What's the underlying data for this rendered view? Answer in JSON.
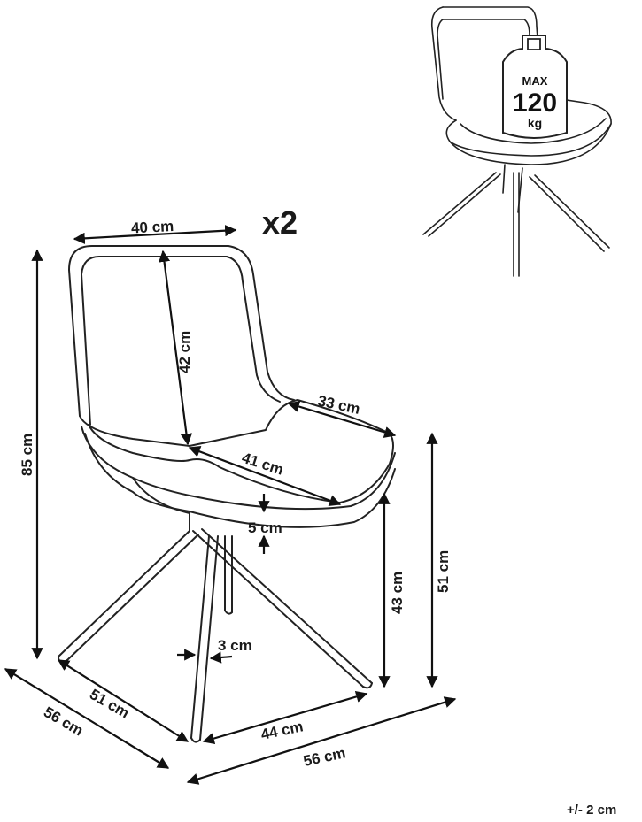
{
  "quantity": "x2",
  "tolerance": "+/- 2 cm",
  "max_load": {
    "line1": "MAX",
    "line2": "120",
    "line3": "kg"
  },
  "dimensions": {
    "back_width": "40 cm",
    "back_height": "42 cm",
    "seat_depth": "33 cm",
    "seat_width": "41 cm",
    "seat_thickness": "5 cm",
    "seat_height": "43 cm",
    "arm_height": "51 cm",
    "total_height": "85 cm",
    "leg_thickness": "3 cm",
    "base_left_inner": "51 cm",
    "base_left_outer": "56 cm",
    "base_right_inner": "44 cm",
    "base_right_outer": "56 cm"
  }
}
